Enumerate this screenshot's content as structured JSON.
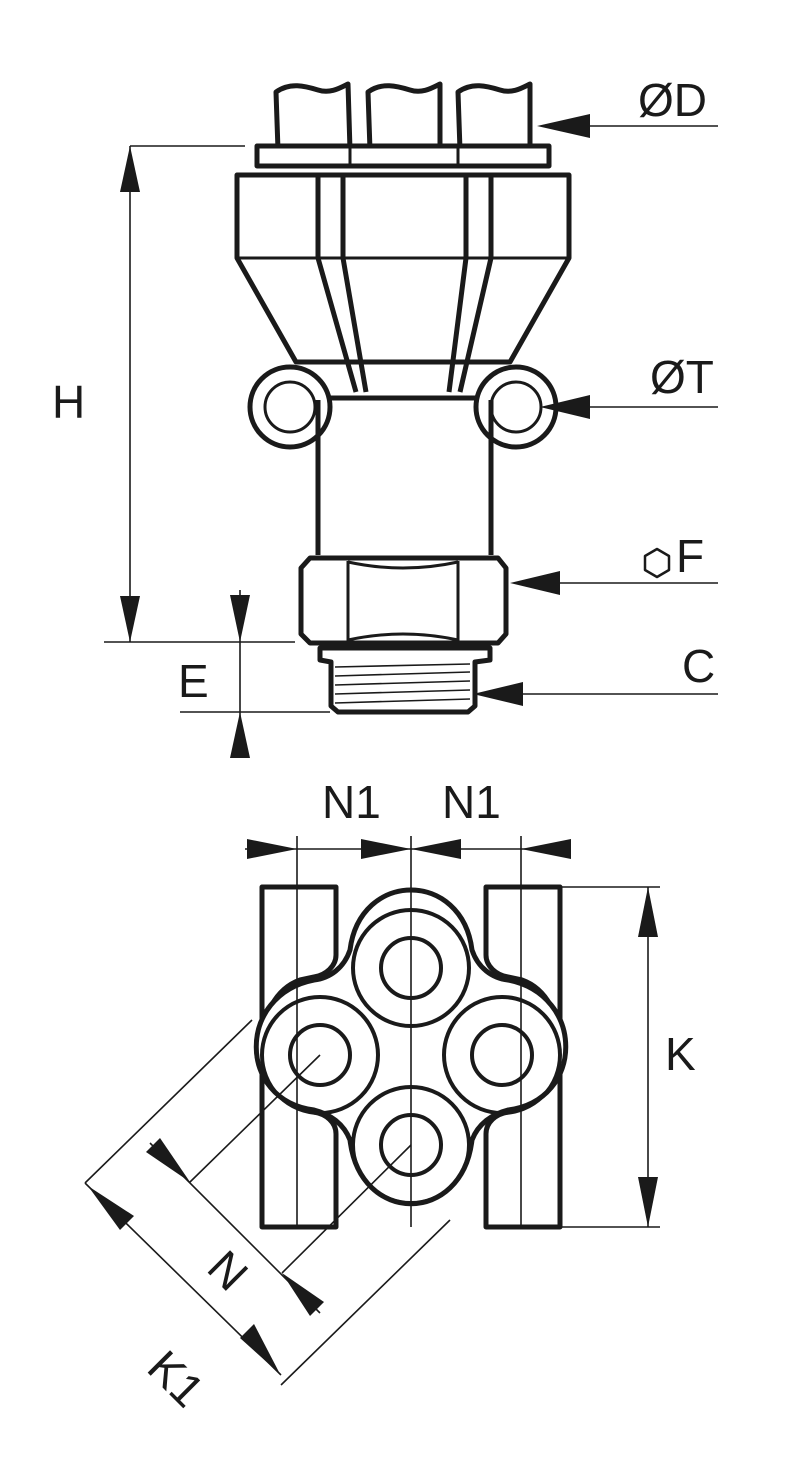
{
  "labels": {
    "od": "ØD",
    "ot": "ØT",
    "hex_symbol": "⬡",
    "f": "F",
    "c": "C",
    "h": "H",
    "e": "E",
    "n1_left": "N1",
    "n1_right": "N1",
    "k": "K",
    "n": "N",
    "k1": "K1"
  }
}
